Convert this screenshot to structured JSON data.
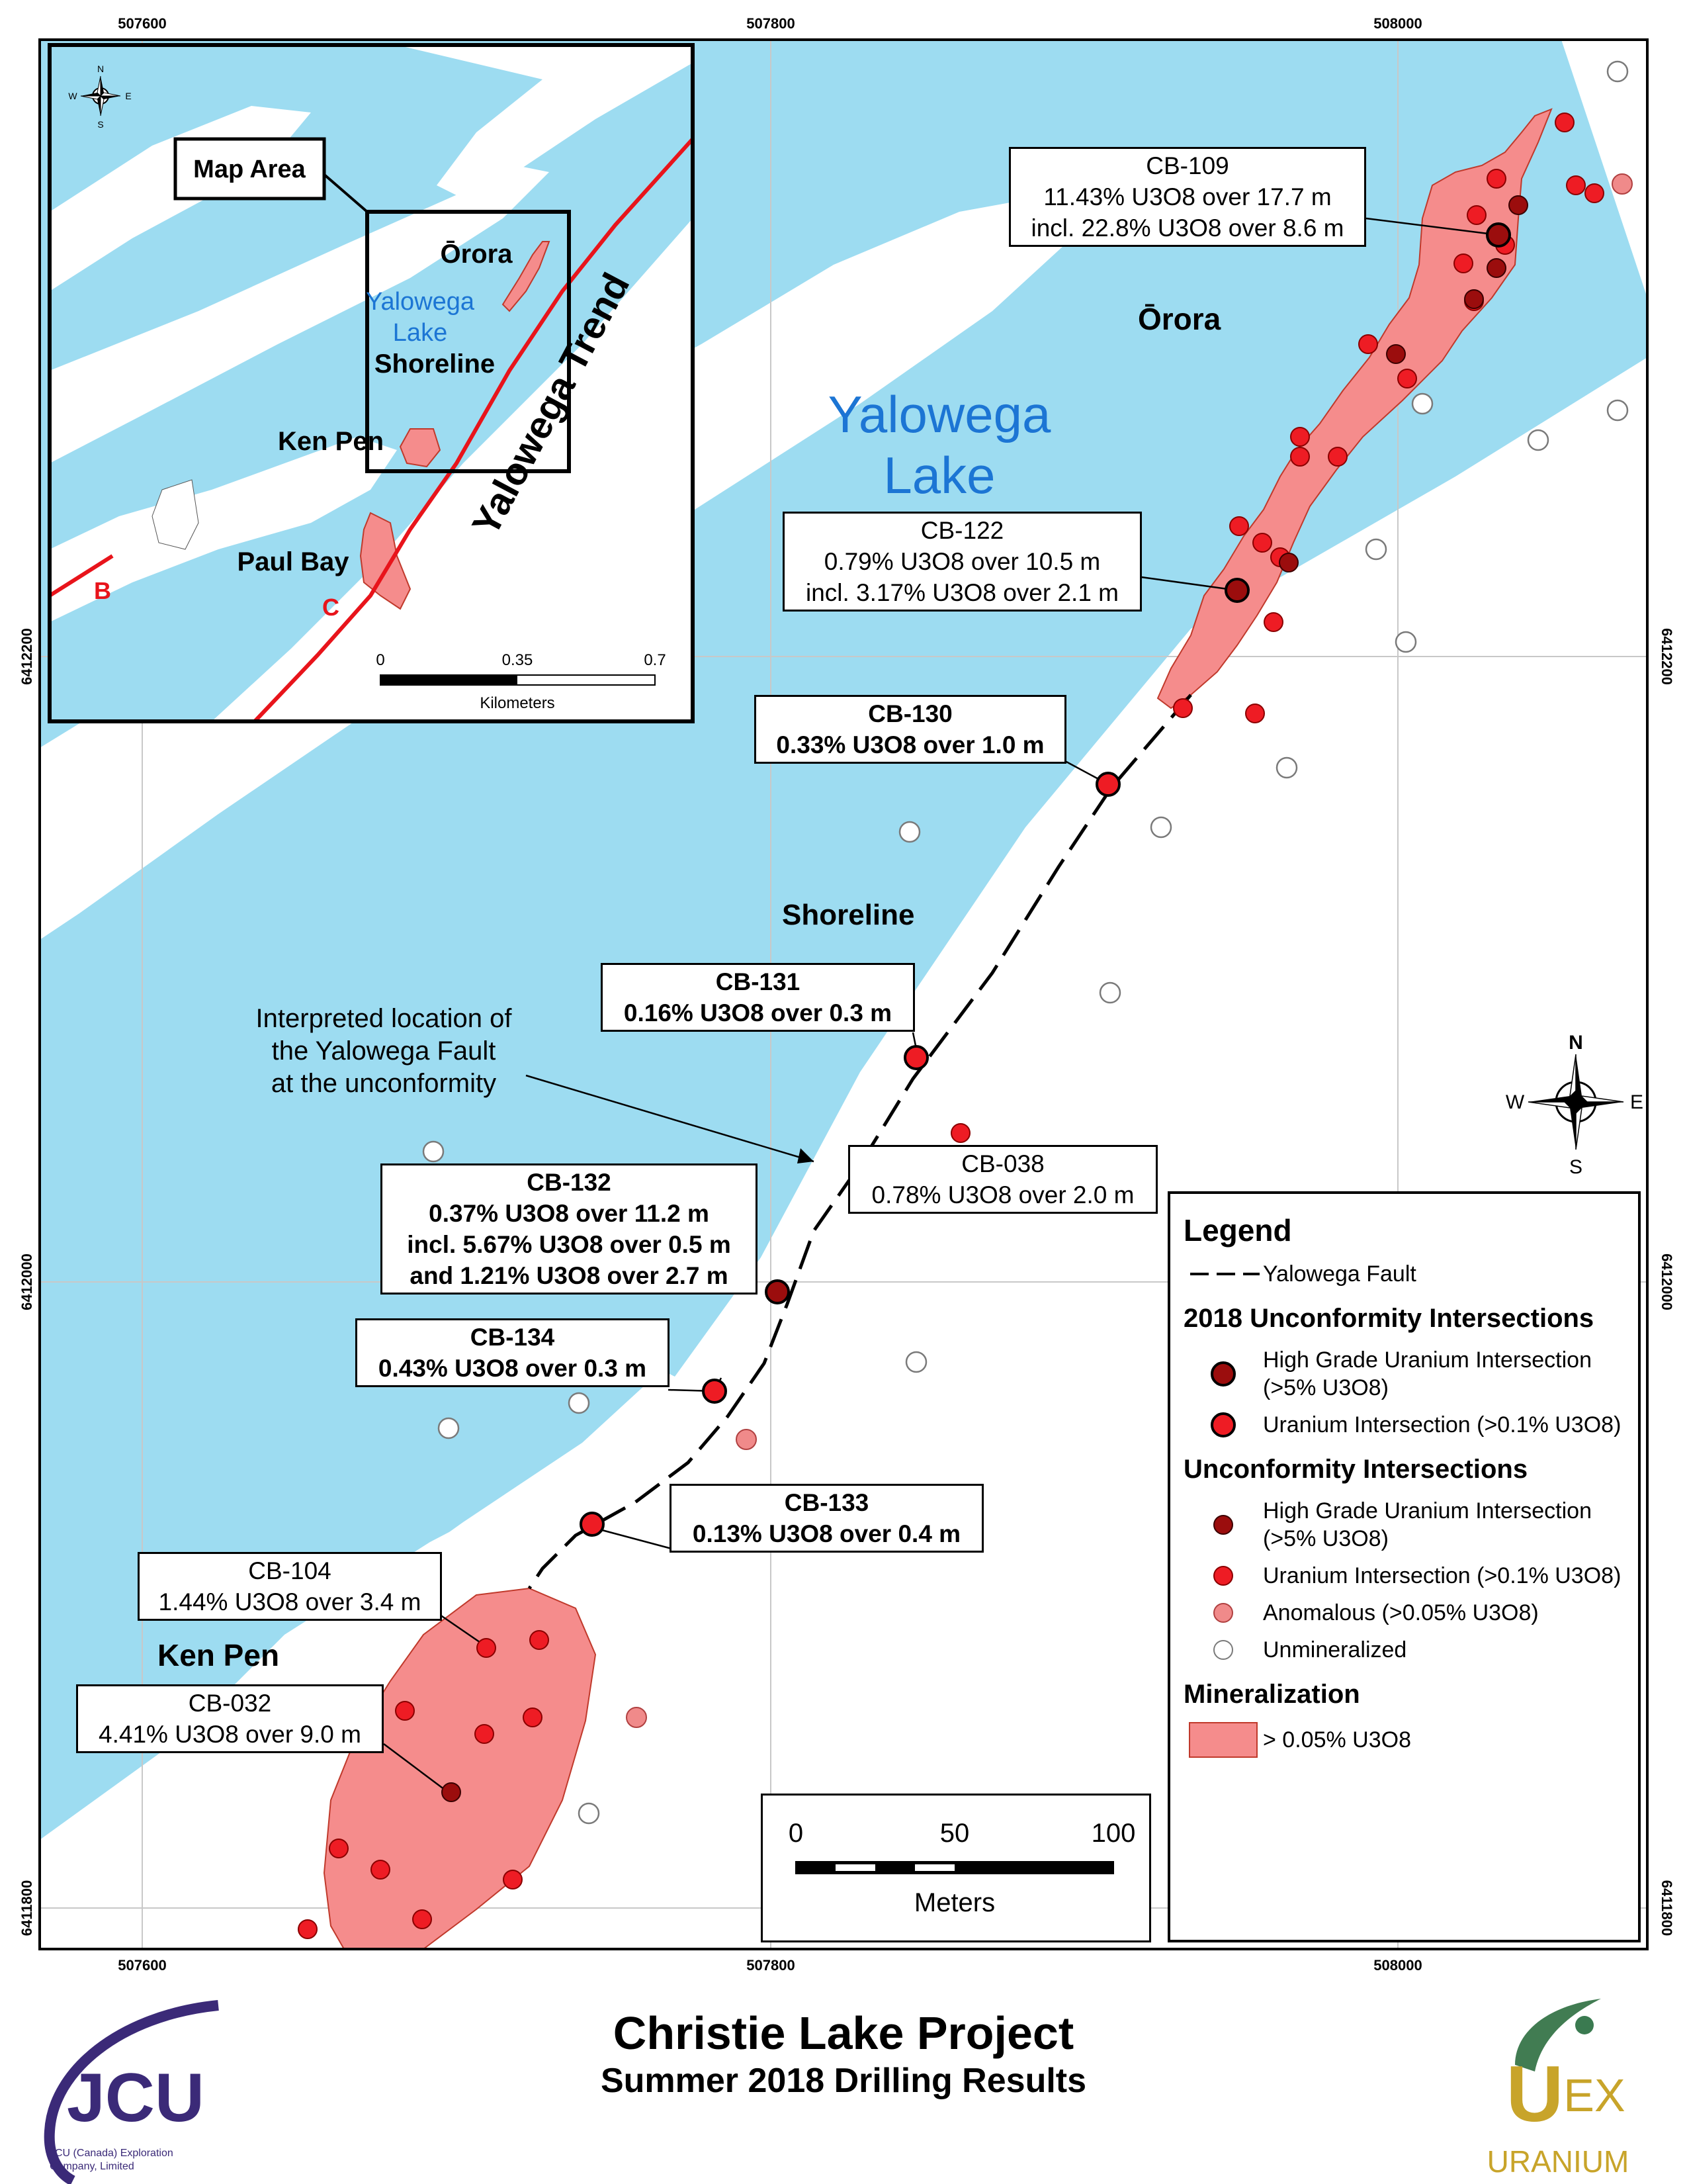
{
  "title": {
    "main": "Christie Lake Project",
    "sub": "Summer 2018 Drilling Results"
  },
  "coords": {
    "easting": [
      "507600",
      "507800",
      "508000"
    ],
    "northing": [
      "6412200",
      "6412000",
      "6411800"
    ]
  },
  "area_labels": {
    "orora": "Ōrora",
    "lake_line1": "Yalowega",
    "lake_line2": "Lake",
    "shoreline": "Shoreline",
    "ken_pen": "Ken Pen"
  },
  "fault_note": [
    "Interpreted location of",
    "the Yalowega Fault",
    "at the unconformity"
  ],
  "callouts": {
    "cb109": [
      "CB-109",
      "11.43% U3O8 over 17.7 m",
      "incl. 22.8% U3O8 over 8.6 m"
    ],
    "cb122": [
      "CB-122",
      "0.79% U3O8 over 10.5 m",
      "incl. 3.17% U3O8 over 2.1 m"
    ],
    "cb130": [
      "CB-130",
      "0.33% U3O8 over 1.0 m"
    ],
    "cb131": [
      "CB-131",
      "0.16% U3O8 over 0.3 m"
    ],
    "cb038": [
      "CB-038",
      "0.78% U3O8 over 2.0 m"
    ],
    "cb132": [
      "CB-132",
      "0.37% U3O8 over 11.2 m",
      "incl. 5.67% U3O8 over 0.5 m",
      "and 1.21% U3O8 over 2.7 m"
    ],
    "cb134": [
      "CB-134",
      "0.43% U3O8 over 0.3 m"
    ],
    "cb133": [
      "CB-133",
      "0.13% U3O8 over 0.4 m"
    ],
    "cb104": [
      "CB-104",
      "1.44% U3O8 over 3.4 m"
    ],
    "cb032": [
      "CB-032",
      "4.41% U3O8 over 9.0 m"
    ]
  },
  "legend": {
    "title": "Legend",
    "fault": "Yalowega Fault",
    "head_2018": "2018 Unconformity Intersections",
    "hg_2018": "High Grade Uranium Intersection (>5% U3O8)",
    "u_2018": "Uranium Intersection (>0.1% U3O8)",
    "head_unc": "Unconformity Intersections",
    "hg": "High Grade Uranium Intersection (>5% U3O8)",
    "u": "Uranium Intersection (>0.1% U3O8)",
    "anom": "Anomalous (>0.05% U3O8)",
    "unmin": "Unmineralized",
    "head_min": "Mineralization",
    "min": "> 0.05% U3O8"
  },
  "scale": {
    "ticks": [
      "0",
      "50",
      "100"
    ],
    "unit": "Meters"
  },
  "compass": {
    "n": "N",
    "s": "S",
    "e": "E",
    "w": "W"
  },
  "inset": {
    "map_area": "Map Area",
    "orora": "Ōrora",
    "lake1": "Yalowega",
    "lake2": "Lake",
    "shoreline": "Shoreline",
    "ken_pen": "Ken Pen",
    "paul_bay": "Paul Bay",
    "trend": "Yalowega Trend",
    "b": "B",
    "c": "C",
    "scale_ticks": [
      "0",
      "0.35",
      "0.7"
    ],
    "scale_unit": "Kilometers",
    "compass": {
      "n": "N",
      "s": "S",
      "e": "E",
      "w": "W"
    }
  },
  "logos": {
    "jcu": "JCU",
    "jcu_sub1": "JCU (Canada) Exploration",
    "jcu_sub2": "Company, Limited",
    "uex_u": "U",
    "uex_ex": "EX",
    "uex_word": "URANIUM"
  },
  "colors": {
    "water": "#9ddcf1",
    "mineralization": "#f58c8c",
    "high_grade": "#9b0d0d",
    "uranium": "#ee1c24",
    "anomalous": "#f08a8a",
    "unmineralized": "#ffffff",
    "fault_inset": "#e8141b",
    "lake_label": "#1c75d4"
  }
}
